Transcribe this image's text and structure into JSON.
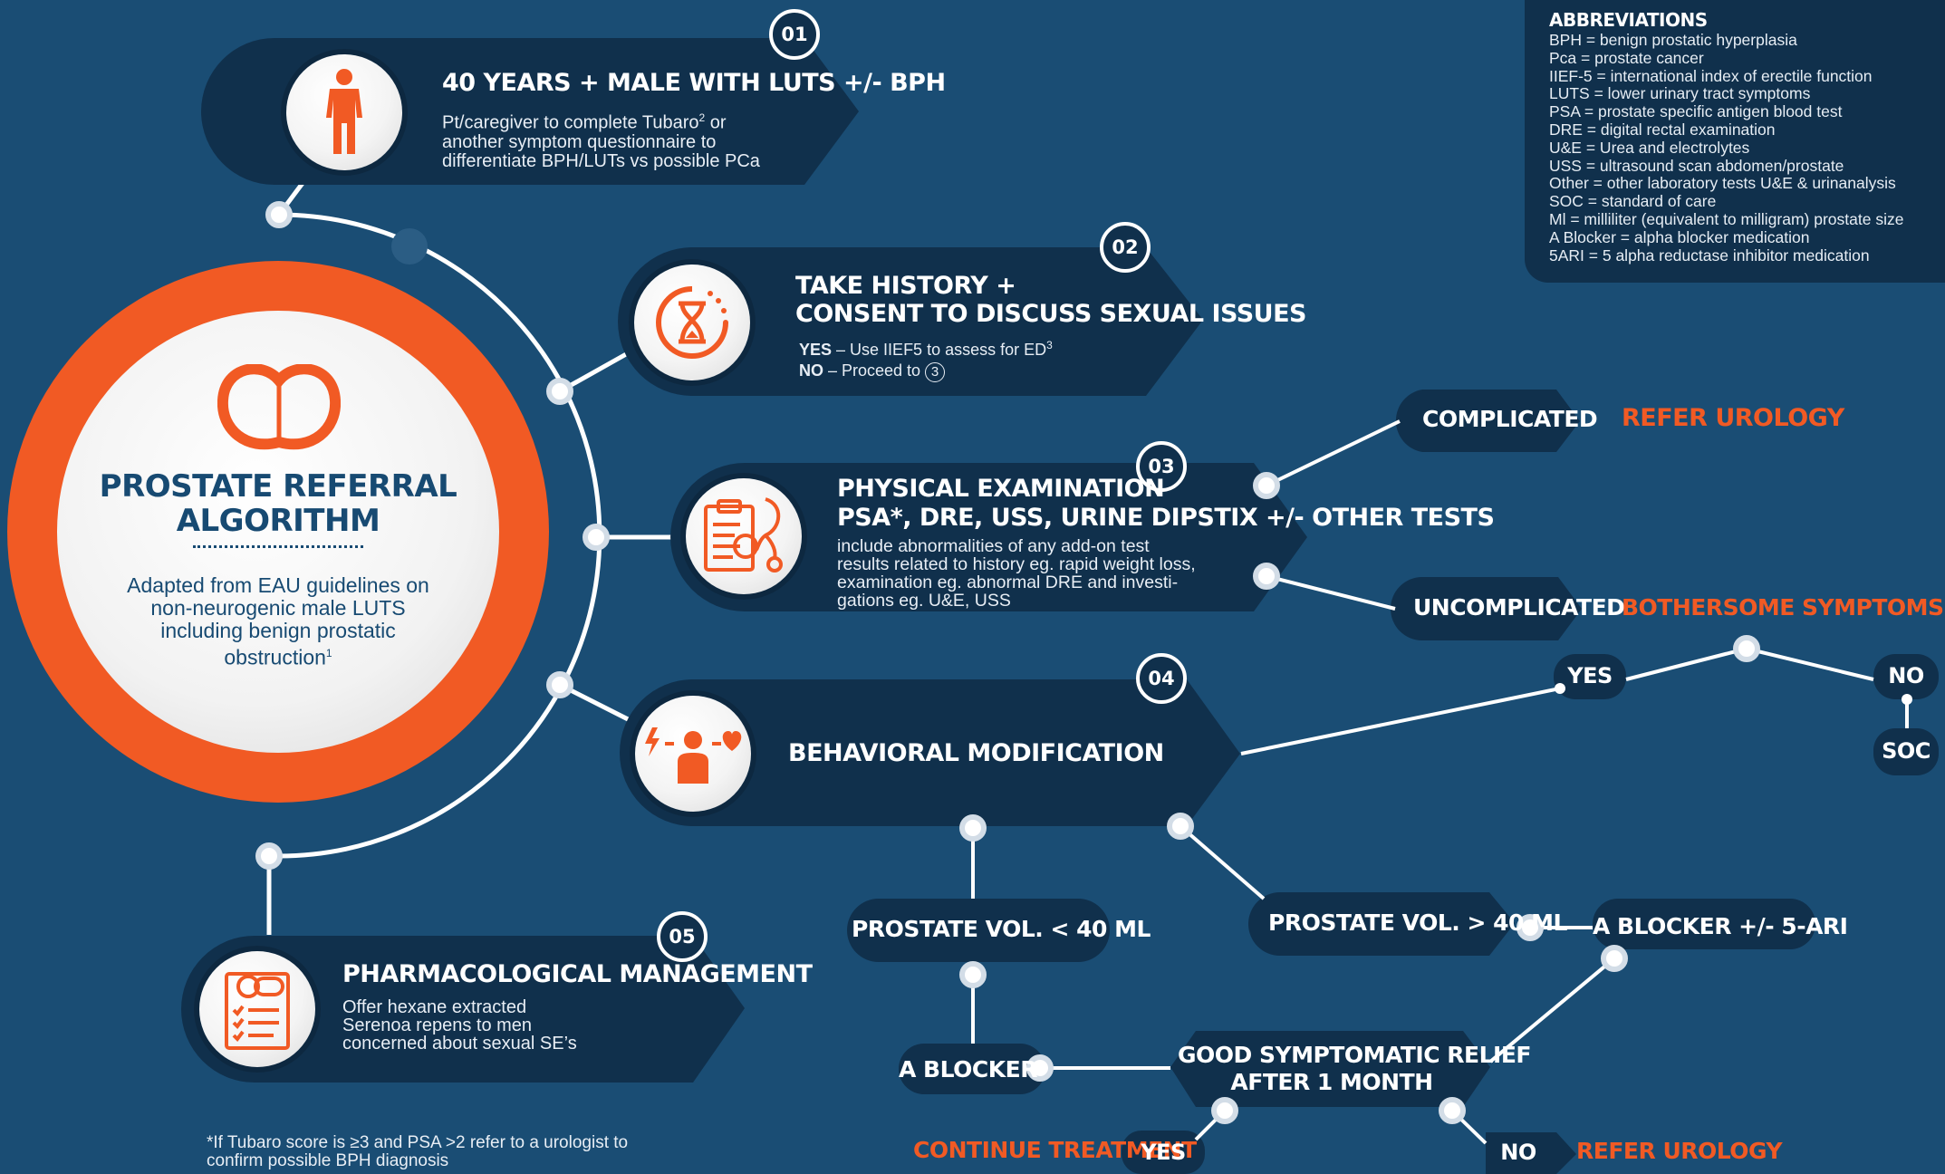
{
  "abbreviations": {
    "title": "ABBREVIATIONS",
    "items": [
      "BPH = benign prostatic hyperplasia",
      "Pca = prostate cancer",
      "IIEF-5 = international index of erectile function",
      "LUTS = lower urinary tract symptoms",
      "PSA = prostate specific antigen blood test",
      "DRE = digital rectal examination",
      "U&E = Urea and electrolytes",
      "USS = ultrasound scan abdomen/prostate",
      "Other = other laboratory tests U&E & urinanalysis",
      "SOC = standard of care",
      "Ml = milliliter (equivalent to milligram) prostate size",
      "A Blocker = alpha blocker medication",
      "5ARI = 5 alpha reductase inhibitor medication"
    ]
  },
  "main": {
    "title_line1": "PROSTATE REFERRAL",
    "title_line2": "ALGORITHM",
    "subtitle": "Adapted from EAU guidelines on non-neurogenic male LUTS including benign prostatic obstruction",
    "subtitle_ref": "1"
  },
  "steps": {
    "s1": {
      "num": "01",
      "title": "40 YEARS + MALE WITH LUTS +/- BPH",
      "line1_a": "Pt/caregiver to complete Tubaro",
      "line1_ref": "2",
      "line1_b": " or",
      "line2": "another symptom questionnaire to",
      "line3": "differentiate BPH/LUTs vs possible PCa"
    },
    "s2": {
      "num": "02",
      "title1": "TAKE HISTORY +",
      "title2": "CONSENT TO DISCUSS SEXUAL ISSUES",
      "yes_label": "YES",
      "yes_text": " – Use IIEF5 to assess for ED",
      "yes_ref": "3",
      "no_label": "NO",
      "no_text": " – Proceed to ",
      "no_ref": "3"
    },
    "s3": {
      "num": "03",
      "title1": "PHYSICAL EXAMINATION",
      "title2": "PSA*, DRE, USS, URINE DIPSTIX +/- OTHER TESTS",
      "line1": "include abnormalities of any add-on test",
      "line2": "results related to history eg. rapid weight loss,",
      "line3": "examination eg. abnormal DRE and investi-",
      "line4": "gations eg. U&E, USS"
    },
    "s4": {
      "num": "04",
      "title": "BEHAVIORAL MODIFICATION"
    },
    "s5": {
      "num": "05",
      "title": "PHARMACOLOGICAL MANAGEMENT",
      "line1": "Offer hexane extracted",
      "line2": "Serenoa repens to men",
      "line3": "concerned about sexual SE’s"
    }
  },
  "branches": {
    "complicated": "COMPLICATED",
    "refer_urology_top": "REFER UROLOGY",
    "uncomplicated": "UNCOMPLICATED",
    "bothersome": "BOTHERSOME SYMPTOMS",
    "yes_top": "YES",
    "no_top": "NO",
    "soc": "SOC",
    "vol_lt": "PROSTATE VOL. < 40 ML",
    "vol_gt": "PROSTATE VOL. > 40 ML",
    "a_blocker_5ari": "A BLOCKER +/- 5-ARI",
    "a_blocker": "A BLOCKER",
    "good_relief_1": "GOOD SYMPTOMATIC RELIEF",
    "good_relief_2": "AFTER 1 MONTH",
    "continue": "CONTINUE TREATMENT",
    "yes_bottom": "YES",
    "no_bottom": "NO",
    "refer_urology_bottom": "REFER UROLOGY"
  },
  "footnote": {
    "line1": "*If Tubaro score is  ≥3 and  PSA >2  refer to a urologist  to",
    "line2": "confirm possible BPH diagnosis"
  },
  "colors": {
    "background": "#1a4d74",
    "dark": "#10304c",
    "accent": "#f15a24",
    "white": "#ffffff"
  }
}
